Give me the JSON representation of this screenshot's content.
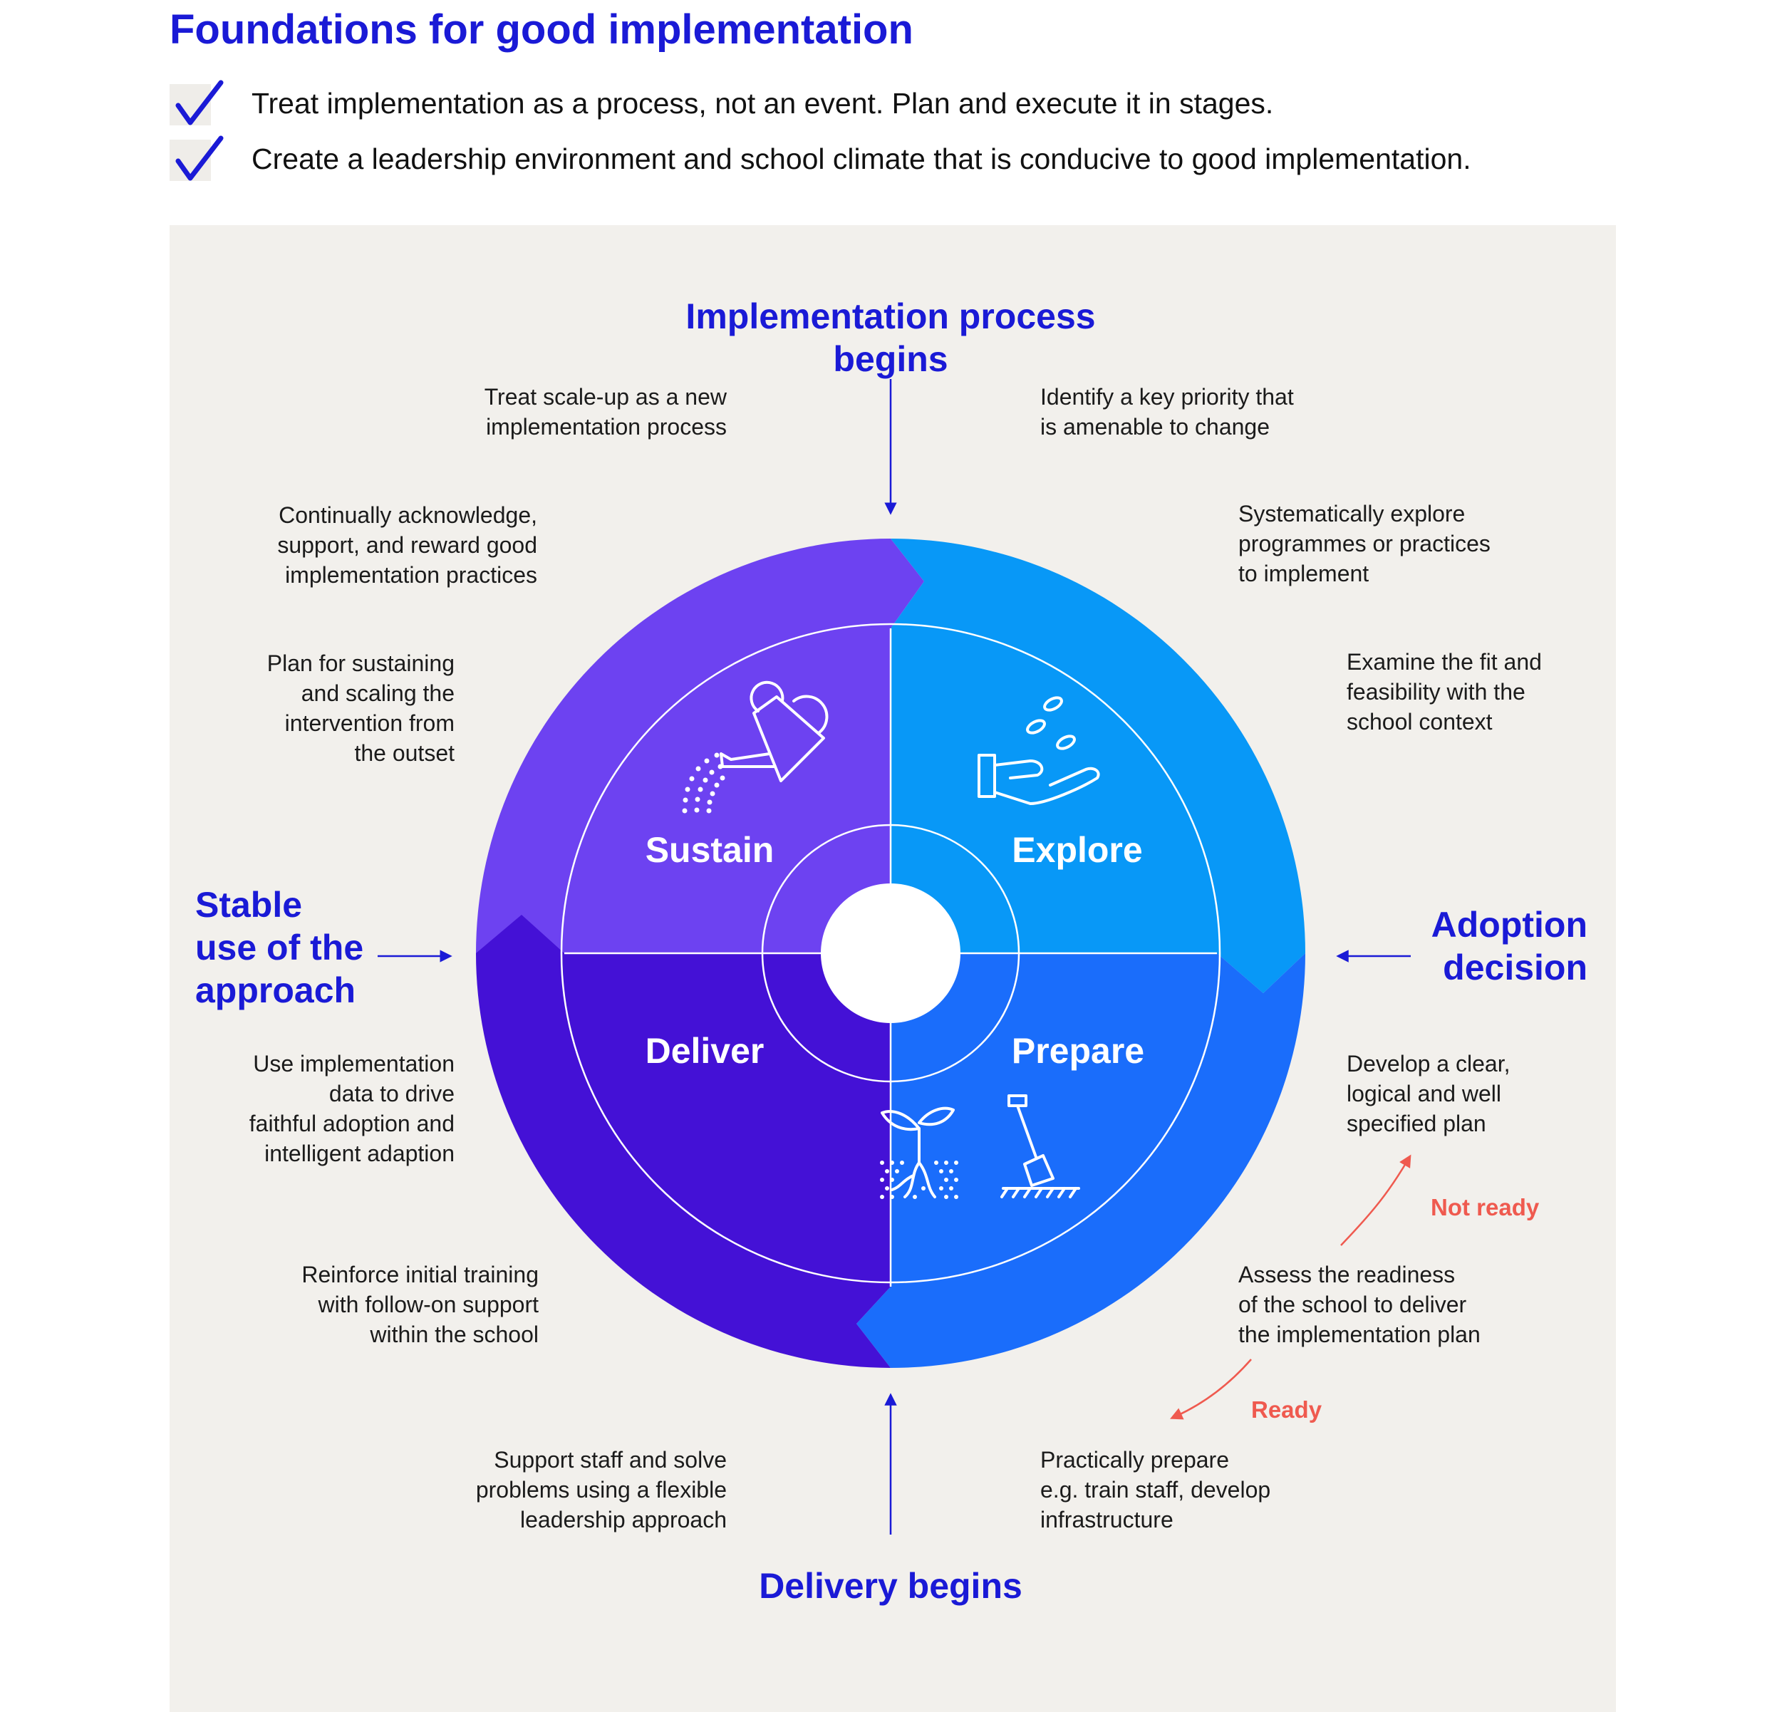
{
  "title": "Foundations for good implementation",
  "principles": [
    "Treat implementation as a process, not an event. Plan and execute it in stages.",
    "Create a leadership environment and school climate that is conducive to good implementation."
  ],
  "milestones": {
    "top": "Implementation process begins",
    "right": "Adoption\ndecision",
    "bottom": "Delivery begins",
    "left": "Stable\nuse of the\napproach"
  },
  "stages": {
    "sustain": "Sustain",
    "explore": "Explore",
    "prepare": "Prepare",
    "deliver": "Deliver"
  },
  "notes": {
    "scale_up": "Treat scale-up as a new\nimplementation process",
    "identify_priority": "Identify a key priority that\nis amenable to change",
    "acknowledge": "Continually acknowledge,\nsupport, and reward good\nimplementation practices",
    "explore_programmes": "Systematically explore\nprogrammes or practices\nto implement",
    "plan_sustaining": "Plan for sustaining\nand scaling the\nintervention from\nthe outset",
    "examine_fit": "Examine the fit and\nfeasibility with the\nschool context",
    "use_data": "Use implementation\ndata to drive\nfaithful adoption and\nintelligent adaption",
    "develop_plan": "Develop a clear,\nlogical and well\nspecified plan",
    "reinforce_training": "Reinforce initial training\nwith follow-on support\nwithin the school",
    "assess_readiness": "Assess the readiness\nof the school to deliver\nthe implementation plan",
    "support_staff": "Support staff and solve\nproblems using a flexible\nleadership approach",
    "practically_prepare": "Practically prepare\ne.g. train staff, develop\ninfrastructure"
  },
  "branches": {
    "not_ready": "Not ready",
    "ready": "Ready"
  },
  "icons": [
    "check-icon",
    "watering-can-icon",
    "hand-seeds-icon",
    "seedling-roots-icon",
    "spade-icon"
  ],
  "colors": {
    "heading_blue": "#1a1ad6",
    "sustain_purple": "#6d42f1",
    "explore_blue": "#0898f7",
    "prepare_blue": "#1a6dfb",
    "deliver_indigo": "#4411d6",
    "branch_orange": "#ef5a4f",
    "panel_bg": "#f2f0ec"
  }
}
